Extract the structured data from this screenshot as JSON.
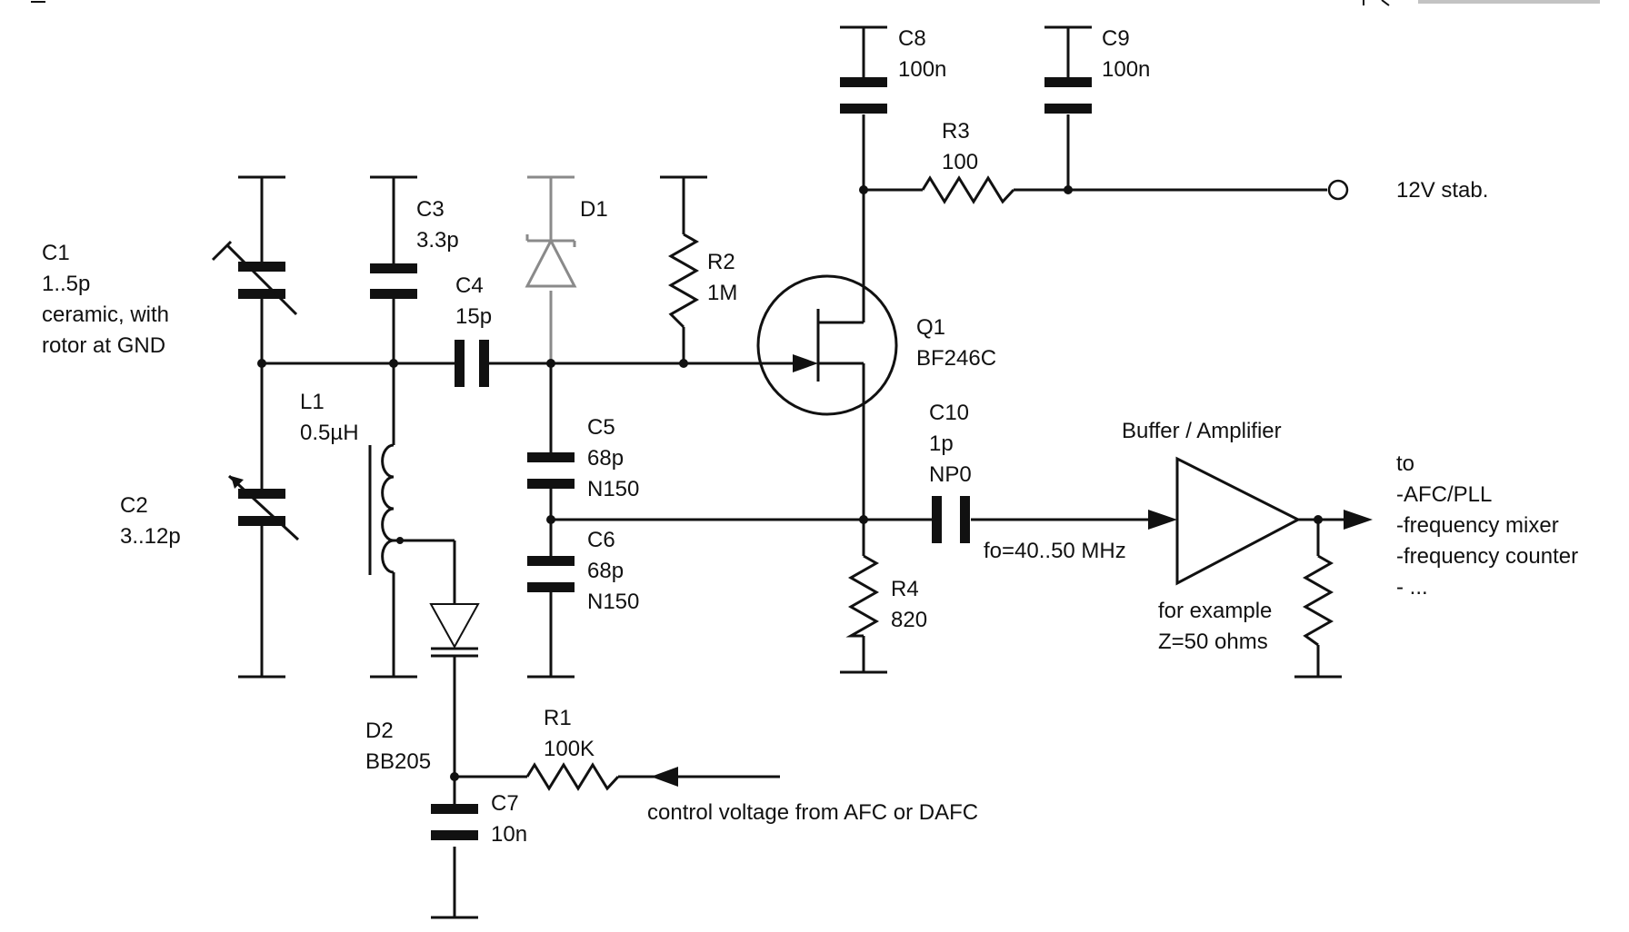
{
  "colors": {
    "ink": "#111111",
    "faded": "#8a8a8a",
    "background": "#ffffff"
  },
  "components": {
    "c1": {
      "name": "C1",
      "value": "1..5p",
      "note_line1": "ceramic, with",
      "note_line2": "rotor at GND"
    },
    "c2": {
      "name": "C2",
      "value": "3..12p"
    },
    "c3": {
      "name": "C3",
      "value": "3.3p"
    },
    "c4": {
      "name": "C4",
      "value": "15p"
    },
    "c5": {
      "name": "C5",
      "value": "68p",
      "tempco": "N150"
    },
    "c6": {
      "name": "C6",
      "value": "68p",
      "tempco": "N150"
    },
    "c7": {
      "name": "C7",
      "value": "10n"
    },
    "c8": {
      "name": "C8",
      "value": "100n"
    },
    "c9": {
      "name": "C9",
      "value": "100n"
    },
    "c10": {
      "name": "C10",
      "value": "1p",
      "tempco": "NP0"
    },
    "l1": {
      "name": "L1",
      "value": "0.5µH"
    },
    "d1": {
      "name": "D1"
    },
    "d2": {
      "name": "D2",
      "value": "BB205"
    },
    "r1": {
      "name": "R1",
      "value": "100K"
    },
    "r2": {
      "name": "R2",
      "value": "1M"
    },
    "r3": {
      "name": "R3",
      "value": "100"
    },
    "r4": {
      "name": "R4",
      "value": "820"
    },
    "q1": {
      "name": "Q1",
      "value": "BF246C"
    }
  },
  "labels": {
    "supply": "12V stab.",
    "output_freq": "fo=40..50 MHz",
    "buffer_title": "Buffer / Amplifier",
    "buffer_note_line1": "for example",
    "buffer_note_line2": "Z=50 ohms",
    "to_header": "to",
    "to_items": [
      "-AFC/PLL",
      "-frequency mixer",
      "-frequency counter",
      "- ..."
    ],
    "control_voltage": "control voltage from AFC or DAFC"
  }
}
